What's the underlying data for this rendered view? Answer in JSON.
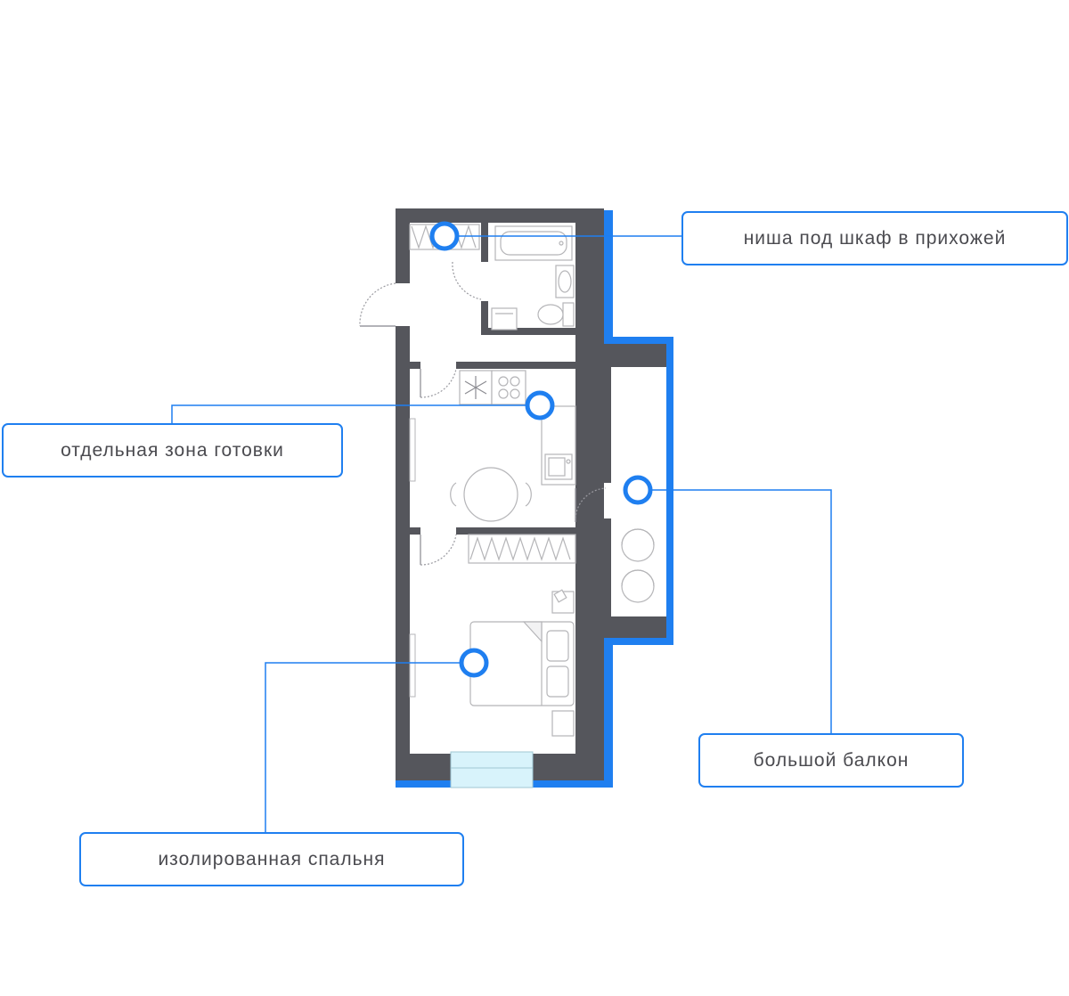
{
  "callouts": {
    "niche": "ниша под шкаф в прихожей",
    "kitchen": "отдельная зона готовки",
    "balcony": "большой балкон",
    "bedroom": "изолированная спальня"
  },
  "colors": {
    "wall": "#55565c",
    "accent": "#1f7ff0",
    "window": "#d8f3fb",
    "furniture_line": "#b5b5b8"
  },
  "icons": [
    "snowflake-icon",
    "cooktop-icon",
    "sink-icon",
    "bathtub-icon",
    "toilet-icon",
    "bed-icon",
    "dining-table-icon",
    "armchair-icon"
  ]
}
